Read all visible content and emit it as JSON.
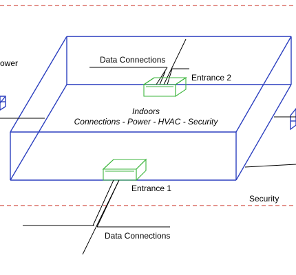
{
  "colors": {
    "building": "#2b3fbf",
    "entrance": "#3cb53c",
    "boundary": "#c8281e",
    "wiring": "#000000"
  },
  "labels": {
    "power": "ower",
    "data_connections_top": "Data Connections",
    "entrance_2": "Entrance 2",
    "indoors_title": "Indoors",
    "indoors_subtitle": "Connections - Power - HVAC - Security",
    "entrance_1": "Entrance 1",
    "security": "Security",
    "data_connections_bottom": "Data Connections"
  }
}
